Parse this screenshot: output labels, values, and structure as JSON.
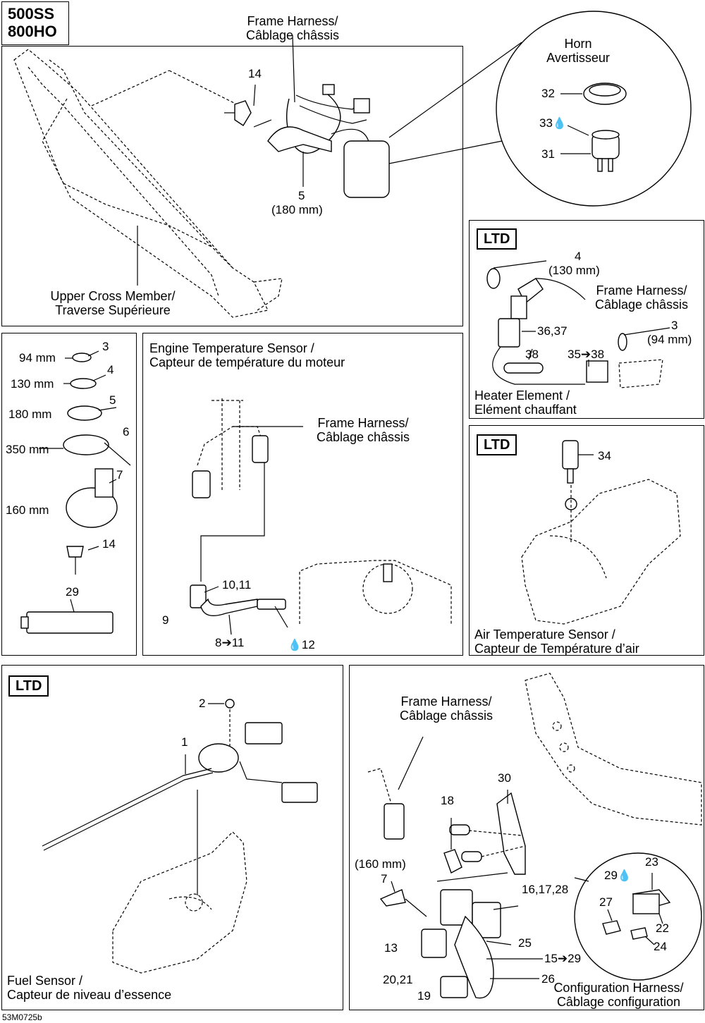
{
  "models": [
    "500SS",
    "800HO"
  ],
  "labels": {
    "frame_harness_top": [
      "Frame Harness/",
      "Câblage châssis"
    ],
    "horn": [
      "Horn",
      "Avertisseur"
    ],
    "upper_cross": [
      "Upper Cross Member/",
      "Traverse Supérieure"
    ],
    "ltd": "LTD",
    "frame_harness_ltd": [
      "Frame Harness/",
      "Câblage châssis"
    ],
    "heater": [
      "Heater Element /",
      "Elément chauffant"
    ],
    "engine_temp": [
      "Engine Temperature Sensor /",
      "Capteur de température du moteur"
    ],
    "frame_harness_engine": [
      "Frame Harness/",
      "Câblage châssis"
    ],
    "air_temp": [
      "Air Temperature Sensor /",
      "Capteur de Température d’air"
    ],
    "fuel_sensor": [
      "Fuel Sensor /",
      "Capteur de niveau d’essence"
    ],
    "frame_harness_config": [
      "Frame Harness/",
      "Câblage châssis"
    ],
    "config_harness": [
      "Configuration Harness/",
      "Câblage configuration"
    ],
    "drawing_code": "53M0725b"
  },
  "callouts": {
    "top": {
      "c14": "14",
      "c5": "5",
      "c5_len": "(180 mm)",
      "c32": "32",
      "c33": "33",
      "c31": "31"
    },
    "ltd_heater": {
      "c4": "4",
      "c4_len": "(130 mm)",
      "c3": "3",
      "c3_len": "(94 mm)",
      "c3637": "36,37",
      "c38": "38",
      "c3538": "35➔38"
    },
    "ties": [
      {
        "len": "94 mm",
        "num": "3"
      },
      {
        "len": "130 mm",
        "num": "4"
      },
      {
        "len": "180 mm",
        "num": "5"
      },
      {
        "len": "350 mm",
        "num": "6"
      },
      {
        "len": "160 mm",
        "num": "7"
      }
    ],
    "ties_extra": {
      "c14": "14",
      "c29": "29"
    },
    "engine": {
      "c1011": "10,11",
      "c9": "9",
      "c811": "8➔11",
      "c12": "12"
    },
    "air": {
      "c34": "34"
    },
    "fuel": {
      "c2": "2",
      "c1": "1"
    },
    "config": {
      "c30": "30",
      "c18": "18",
      "c160": "(160 mm)",
      "c7": "7",
      "c161728": "16,17,28",
      "c29": "29",
      "c23": "23",
      "c27": "27",
      "c22": "22",
      "c24": "24",
      "c13": "13",
      "c25": "25",
      "c1529": "15➔29",
      "c2021": "20,21",
      "c19": "19",
      "c26": "26"
    }
  }
}
